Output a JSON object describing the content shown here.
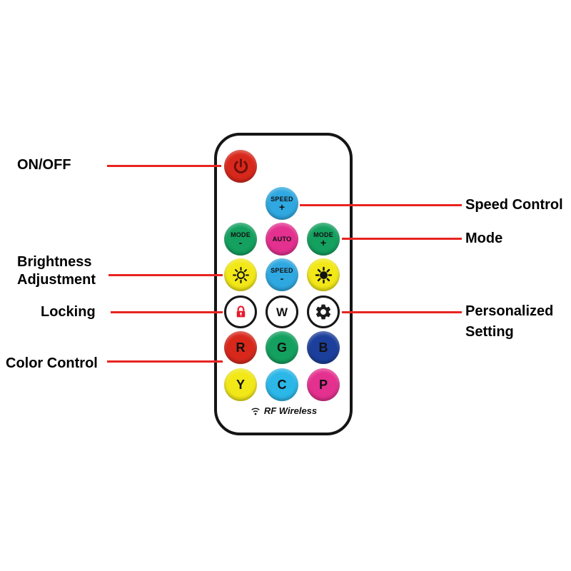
{
  "callouts": {
    "on_off": "ON/OFF",
    "speed_control": "Speed Control",
    "mode": "Mode",
    "brightness_line1": "Brightness",
    "brightness_line2": "Adjustment",
    "locking": "Locking",
    "personalized_line1": "Personalized",
    "personalized_line2": "Setting",
    "color_control": "Color Control"
  },
  "remote": {
    "brand": "RF Wireless",
    "brand_icon": "wifi-icon",
    "buttons": {
      "power": {
        "icon": "power-icon",
        "color": "#d8281c"
      },
      "speed_plus": {
        "line1": "SPEED",
        "line2": "+",
        "color": "#2fa8e1"
      },
      "mode_minus": {
        "line1": "MODE",
        "line2": "-",
        "color": "#14a05f"
      },
      "auto": {
        "label": "AUTO",
        "color": "#e4308f"
      },
      "mode_plus": {
        "line1": "MODE",
        "line2": "+",
        "color": "#14a05f"
      },
      "brightness_down": {
        "icon": "sun-outline-icon",
        "color": "#f2e818"
      },
      "speed_minus": {
        "line1": "SPEED",
        "line2": "-",
        "color": "#2fa8e1"
      },
      "brightness_up": {
        "icon": "sun-filled-icon",
        "color": "#f2e818"
      },
      "lock": {
        "icon": "lock-icon",
        "color": "#ffffff"
      },
      "white": {
        "label": "W",
        "color": "#ffffff"
      },
      "settings": {
        "icon": "gear-icon",
        "color": "#ffffff"
      },
      "r": {
        "label": "R",
        "color": "#d8281c"
      },
      "g": {
        "label": "G",
        "color": "#14a05f"
      },
      "b": {
        "label": "B",
        "color": "#1c3f9c"
      },
      "y": {
        "label": "Y",
        "color": "#f2e818"
      },
      "c": {
        "label": "C",
        "color": "#2bb7e8"
      },
      "p": {
        "label": "P",
        "color": "#e4308f"
      }
    }
  },
  "style": {
    "callout_line_color": "#e82420",
    "lock_icon_color": "#e8192c"
  }
}
